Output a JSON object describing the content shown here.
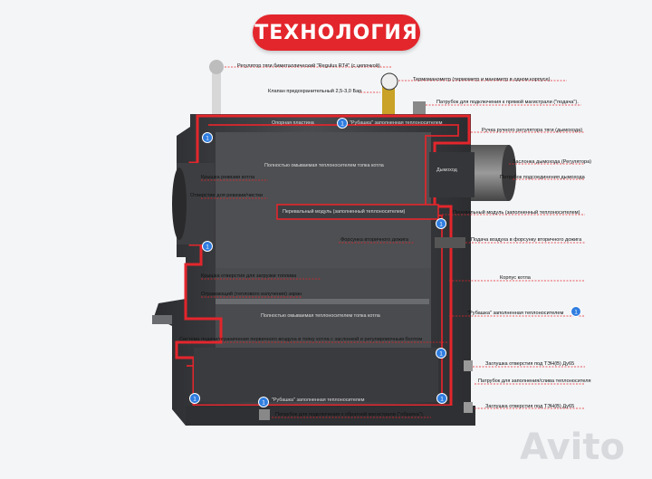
{
  "title": "ТЕХНОЛОГИЯ",
  "watermark": "Avito",
  "badge_text": "1",
  "colors": {
    "accent": "#e3262c",
    "body": "#3a3b3e",
    "badge": "#2f7de0"
  },
  "labels": {
    "regulator": "Регулятор тяги биметаллический \"Regulus RT4\" (с цепочкой)",
    "thermomanometer": "Термоманометр (термометр и манометр в одном корпусе)",
    "valve": "Клапан предохранительный 2,5-3,0 Бар",
    "supply_pipe": "Патрубок для подключения к прямой магистрали (\"подача\").",
    "base_plate": "Опорная пластина",
    "jacket_top": "\"Рубашка\" заполненная теплоносителем",
    "damper_handle": "Ручка ручного регулятора тяги (дымохода)",
    "smoke_damper": "Заслонка дымохода (Регулятора)",
    "flue_outlet": "Дымоход",
    "flue_pipe": "Патрубок подсоединения дымохода",
    "heat_surface_top": "Полностью омываемая теплоносителем топка котла",
    "cleaning_cover": "Крышка ревизии котла",
    "cleaning_hole": "Отверстие для ревизии/чистки",
    "module_inner": "Перевальный модуль (заполненный теплоносителем)",
    "module_right": "Перевальный модуль (заполненный теплоносителем)",
    "nozzle": "Форсунка вторичного дожига",
    "air_supply": "Подача воздуха в форсунку вторичного дожига",
    "loading_cover": "Крышка отверстия для загрузки топлива",
    "boiler_body": "Корпус котла",
    "reflector": "Отражающий (теплового излучения) экран",
    "heat_surface_bottom": "Полностью омываемая теплоносителем топка котла",
    "jacket_right": "\"Рубашка\" заполненная теплоносителем",
    "primary_air": "Система подачи/ограничения первичного воздуха в топку котла с заслонкой и регулировочным болтом",
    "plug_top": "Заглушка отверстия под ТЭН(В) Ду65",
    "drain_pipe": "Патрубок для заполнения/слива теплоносителя",
    "jacket_bottom": "\"Рубашка\" заполненная теплоносителем",
    "plug_bottom": "Заглушка отверстия под ТЭН(В) Ду65",
    "return_pipe": "Патрубок для подключения к обратной магистрали (\"обратка\")."
  }
}
